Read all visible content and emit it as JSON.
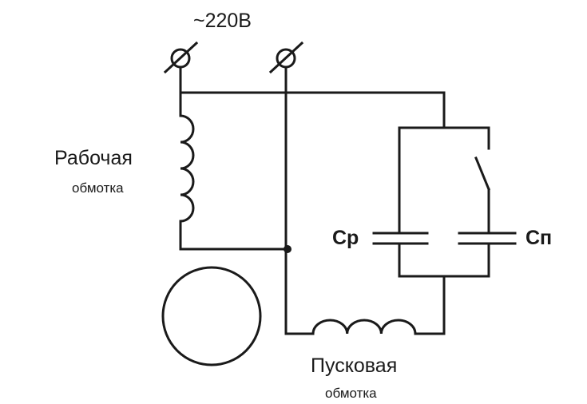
{
  "labels": {
    "supply": "~220В",
    "working_winding_title": "Рабочая",
    "working_winding_sub": "обмотка",
    "cap_working": "Ср",
    "cap_start": "Сп",
    "start_winding_title": "Пусковая",
    "start_winding_sub": "обмотка"
  },
  "colors": {
    "line": "#1a1a1a",
    "background": "#ffffff"
  },
  "icons": {
    "terminals": "screw-terminal",
    "working_coil": "inductor",
    "start_coil": "inductor",
    "rotor": "circle",
    "switch": "open-switch"
  }
}
